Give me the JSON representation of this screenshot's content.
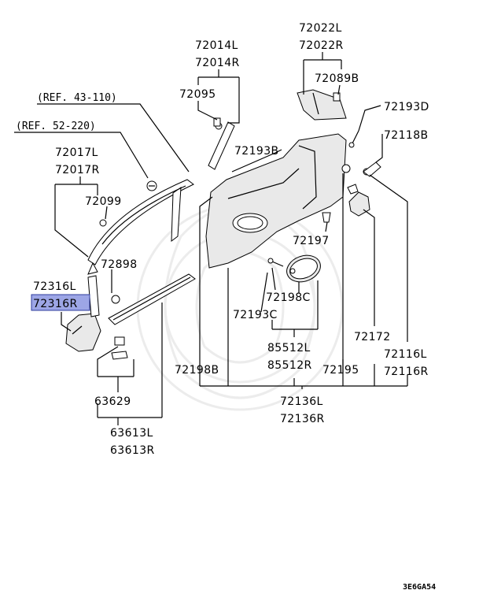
{
  "diagram": {
    "labels": {
      "ref_43_110": "(REF. 43-110)",
      "ref_52_220": "(REF. 52-220)",
      "p72022L": "72022L",
      "p72022R": "72022R",
      "p72014L": "72014L",
      "p72014R": "72014R",
      "p72089B": "72089B",
      "p72095": "72095",
      "p72193D": "72193D",
      "p72118B": "72118B",
      "p72017L": "72017L",
      "p72017R": "72017R",
      "p72193B": "72193B",
      "p72099": "72099",
      "p72898": "72898",
      "p72197": "72197",
      "p72316L": "72316L",
      "p72316R": "72316R",
      "p72198C": "72198C",
      "p72193C": "72193C",
      "p72172": "72172",
      "p85512L": "85512L",
      "p85512R": "85512R",
      "p72116L": "72116L",
      "p72116R": "72116R",
      "p72198B": "72198B",
      "p72195": "72195",
      "p63629": "63629",
      "p72136L": "72136L",
      "p72136R": "72136R",
      "p63613L": "63613L",
      "p63613R": "63613R",
      "code": "3E6GA54"
    },
    "highlighted_part": "72316R",
    "highlight_color": "#9da6e6"
  }
}
